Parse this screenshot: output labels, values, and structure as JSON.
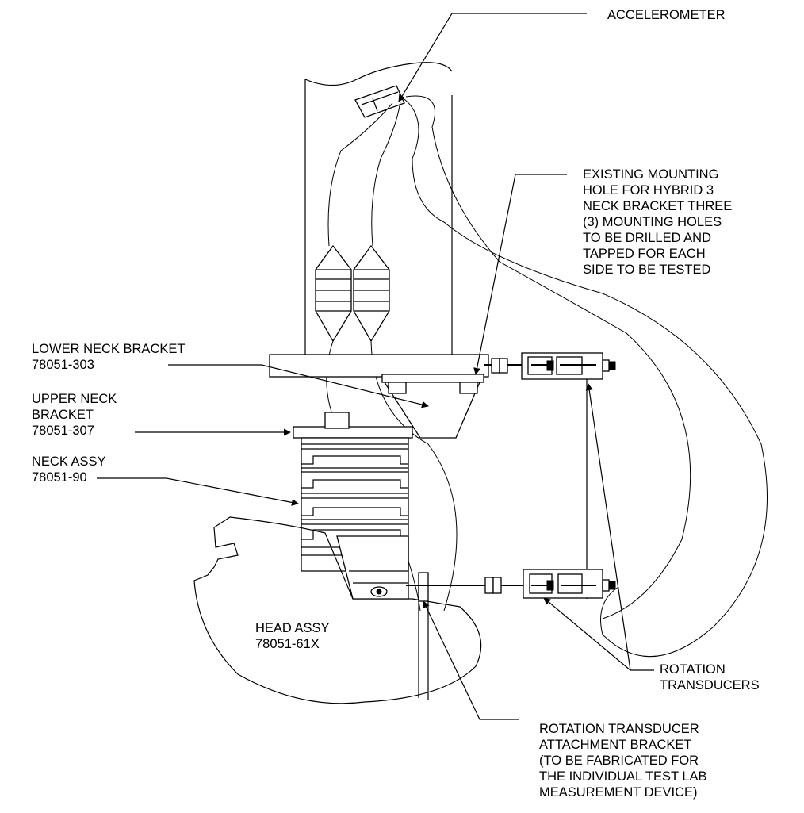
{
  "labels": {
    "accelerometer": "ACCELEROMETER",
    "existing_hole": [
      "EXISTING MOUNTING",
      "HOLE FOR HYBRID 3",
      "NECK BRACKET THREE",
      "(3) MOUNTING HOLES",
      "TO BE DRILLED AND",
      "TAPPED FOR EACH",
      "SIDE TO BE TESTED"
    ],
    "lower_neck_bracket": [
      "LOWER NECK BRACKET",
      "78051-303"
    ],
    "upper_neck_bracket": [
      "UPPER NECK",
      "BRACKET",
      "78051-307"
    ],
    "neck_assy": [
      "NECK ASSY",
      "78051-90"
    ],
    "head_assy": [
      "HEAD ASSY",
      "78051-61X"
    ],
    "rotation_transducers": [
      "ROTATION",
      "TRANSDUCERS"
    ],
    "attachment_bracket": [
      "ROTATION TRANSDUCER",
      "ATTACHMENT BRACKET",
      "(TO BE FABRICATED FOR",
      "THE INDIVIDUAL TEST LAB",
      "MEASUREMENT DEVICE)"
    ]
  },
  "colors": {
    "line": "#000000",
    "background": "#ffffff"
  }
}
